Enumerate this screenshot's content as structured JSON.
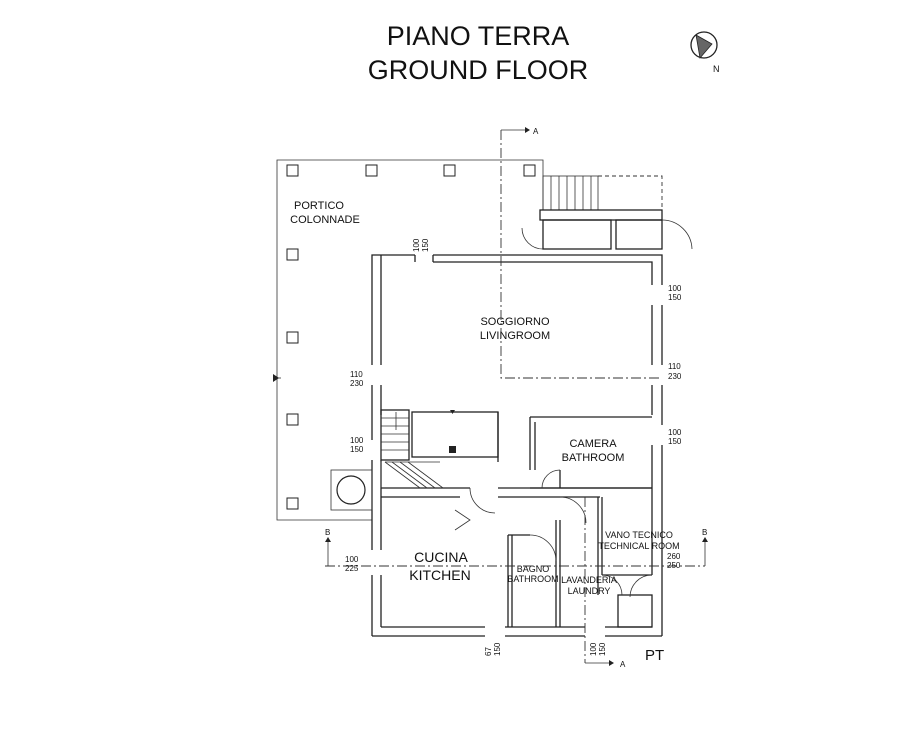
{
  "title": {
    "line1": "PIANO TERRA",
    "line2": "GROUND FLOOR"
  },
  "north_label": "N",
  "floor_code": "PT",
  "section_labels": {
    "a_top": "A",
    "a_bottom": "A",
    "b_left": "B",
    "b_right": "B"
  },
  "rooms": {
    "portico": {
      "it": "PORTICO",
      "en": "COLONNADE"
    },
    "soggiorno": {
      "it": "SOGGIORNO",
      "en": "LIVINGROOM"
    },
    "camera": {
      "it": "CAMERA",
      "en": "BATHROOM"
    },
    "cucina": {
      "it": "CUCINA",
      "en": "KITCHEN"
    },
    "bagno": {
      "it": "BAGNO",
      "en": "BATHROOM"
    },
    "lavanderia": {
      "it": "LAVANDERIA",
      "en": "LAUNDRY"
    },
    "vano": {
      "it": "VANO TECNICO",
      "en": "TECHNICAL ROOM"
    }
  },
  "dimensions": {
    "top_door": {
      "a": "100",
      "b": "150"
    },
    "right_upper": {
      "a": "100",
      "b": "150"
    },
    "right_mid": {
      "a": "110",
      "b": "230"
    },
    "left_mid": {
      "a": "110",
      "b": "230"
    },
    "left_lower": {
      "a": "100",
      "b": "150"
    },
    "camera_right": {
      "a": "100",
      "b": "150"
    },
    "vano_right": {
      "a": "260",
      "b": "250"
    },
    "kitchen_left": {
      "a": "100",
      "b": "225"
    },
    "bottom_left": {
      "a": "67",
      "b": "150"
    },
    "bottom_right": {
      "a": "100",
      "b": "150"
    }
  }
}
